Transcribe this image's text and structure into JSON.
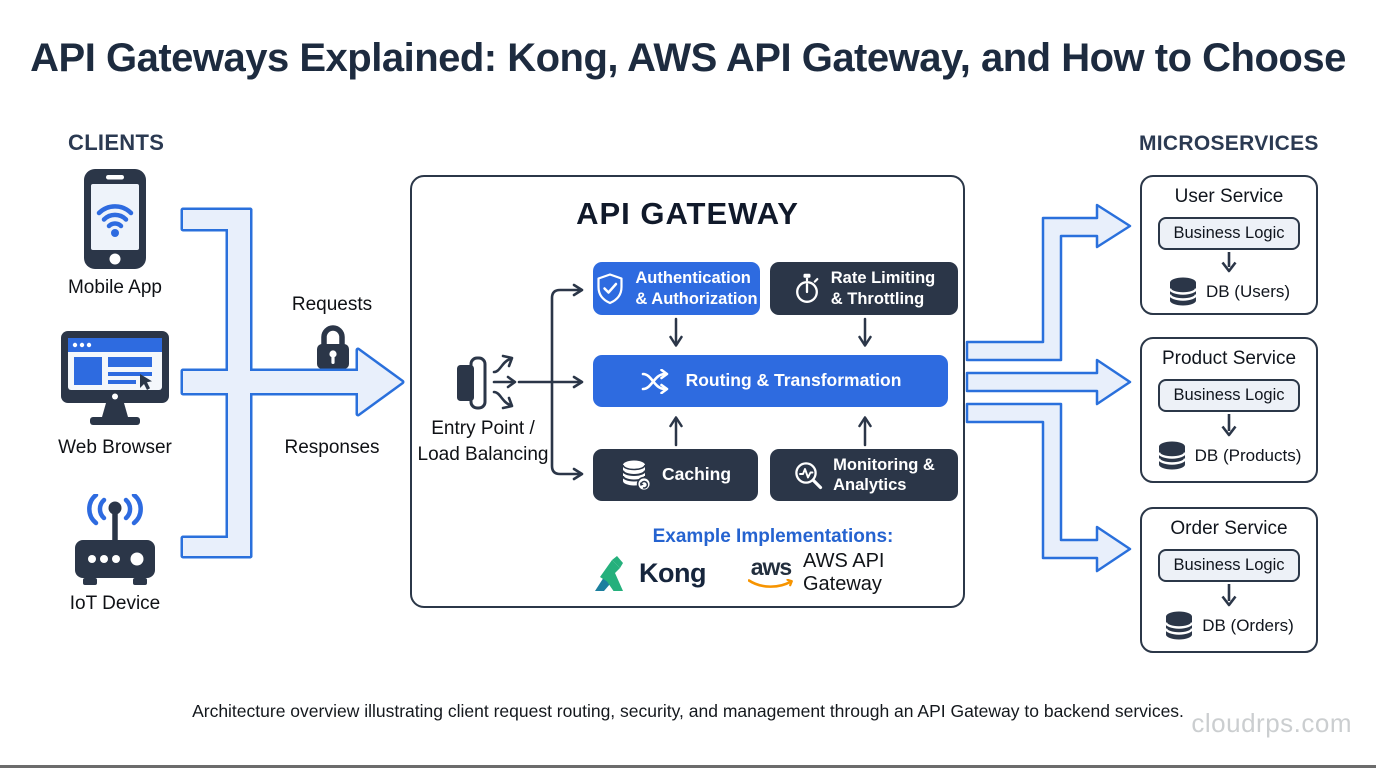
{
  "title": "API Gateways Explained: Kong, AWS API Gateway, and How to Choose",
  "clients": {
    "heading": "CLIENTS",
    "items": [
      {
        "icon": "smartphone-icon",
        "label": "Mobile App"
      },
      {
        "icon": "monitor-icon",
        "label": "Web Browser"
      },
      {
        "icon": "router-icon",
        "label": "IoT Device"
      }
    ]
  },
  "flow": {
    "requests_label": "Requests",
    "responses_label": "Responses",
    "lock_icon": "padlock-icon"
  },
  "gateway": {
    "title": "API GATEWAY",
    "entry_line1": "Entry Point /",
    "entry_line2": "Load Balancing",
    "components": {
      "auth": {
        "icon": "shield-check-icon",
        "line1": "Authentication",
        "line2": "& Authorization"
      },
      "rate": {
        "icon": "stopwatch-icon",
        "line1": "Rate Limiting",
        "line2": "& Throttling"
      },
      "routing": {
        "icon": "shuffle-icon",
        "label": "Routing & Transformation"
      },
      "caching": {
        "icon": "database-refresh-icon",
        "label": "Caching"
      },
      "monitoring": {
        "icon": "magnifier-pulse-icon",
        "line1": "Monitoring &",
        "line2": "Analytics"
      }
    },
    "examples": {
      "heading": "Example Implementations:",
      "kong_label": "Kong",
      "aws_logo_text": "aws",
      "aws_label": "AWS API Gateway"
    }
  },
  "microservices": {
    "heading": "MICROSERVICES",
    "services": [
      {
        "name": "User Service",
        "logic_label": "Business Logic",
        "db_label": "DB (Users)"
      },
      {
        "name": "Product Service",
        "logic_label": "Business Logic",
        "db_label": "DB (Products)"
      },
      {
        "name": "Order Service",
        "logic_label": "Business Logic",
        "db_label": "DB (Orders)"
      }
    ]
  },
  "caption": "Architecture overview illustrating client request routing, security, and management through an API Gateway to backend services.",
  "watermark": "cloudrps.com",
  "colors": {
    "accent_blue": "#2e6be0",
    "dark_navy": "#2b3648",
    "arrow_stroke_blue": "#2a70dc",
    "arrow_fill_blue": "#e8effb",
    "example_heading_blue": "#2563d0",
    "kong_green": "#25b07c",
    "kong_teal": "#1b7f9e",
    "aws_orange": "#f79400",
    "title_navy": "#1d2b3f"
  }
}
